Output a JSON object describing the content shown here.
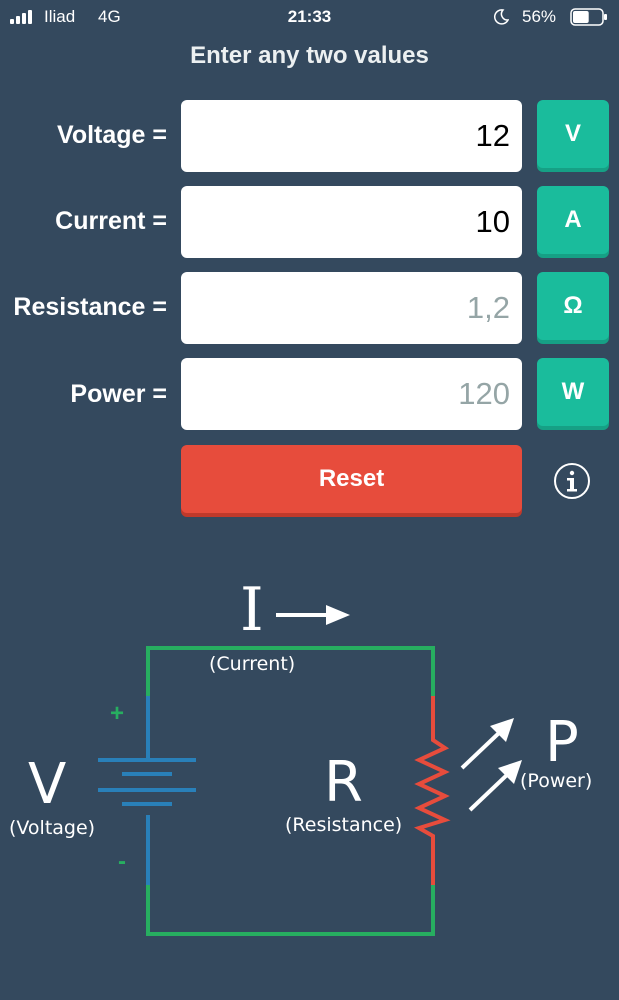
{
  "status_bar": {
    "carrier": "Iliad",
    "network": "4G",
    "time": "21:33",
    "battery_percent": "56%",
    "battery_level": 0.56,
    "icons": [
      "signal-icon",
      "moon-icon",
      "battery-icon"
    ]
  },
  "heading": "Enter any two values",
  "rows": [
    {
      "label": "Voltage =",
      "value": "12",
      "unit": "V",
      "computed": false
    },
    {
      "label": "Current =",
      "value": "10",
      "unit": "A",
      "computed": false
    },
    {
      "label": "Resistance =",
      "value": "1,2",
      "unit": "Ω",
      "computed": true
    },
    {
      "label": "Power =",
      "value": "120",
      "unit": "W",
      "computed": true
    }
  ],
  "reset_label": "Reset",
  "info_icon": "info-icon",
  "colors": {
    "background": "#34495e",
    "unit_button": "#1abc9c",
    "reset_button": "#e74c3c",
    "wire_green": "#27ae60",
    "wire_blue": "#2980b9",
    "wire_red": "#e74c3c"
  },
  "diagram": {
    "current_symbol": "I",
    "current_caption": "(Current)",
    "voltage_symbol": "V",
    "voltage_caption": "(Voltage)",
    "resistance_symbol": "R",
    "resistance_caption": "(Resistance)",
    "power_symbol": "P",
    "power_caption": "(Power)",
    "plus_sign": "+",
    "minus_sign": "-"
  }
}
